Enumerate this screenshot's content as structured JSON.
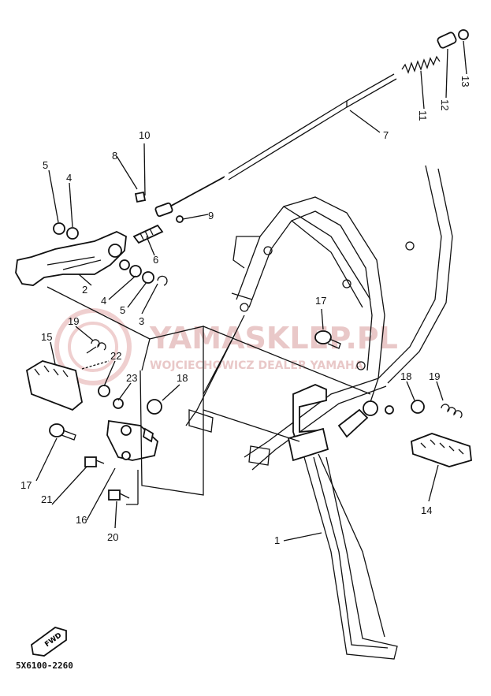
{
  "diagram": {
    "drawing_code": "5X6100-2260",
    "fwd_label": "FWD",
    "watermark": {
      "main": "YAMASKLEP.PL",
      "sub": "WOJCIECHOWICZ DEALER YAMAHA"
    },
    "callouts": [
      "1",
      "2",
      "3",
      "4",
      "4",
      "5",
      "5",
      "6",
      "7",
      "8",
      "9",
      "10",
      "11",
      "12",
      "13",
      "14",
      "15",
      "17",
      "17",
      "18",
      "18",
      "19",
      "19",
      "20",
      "21",
      "16",
      "22",
      "23"
    ]
  }
}
